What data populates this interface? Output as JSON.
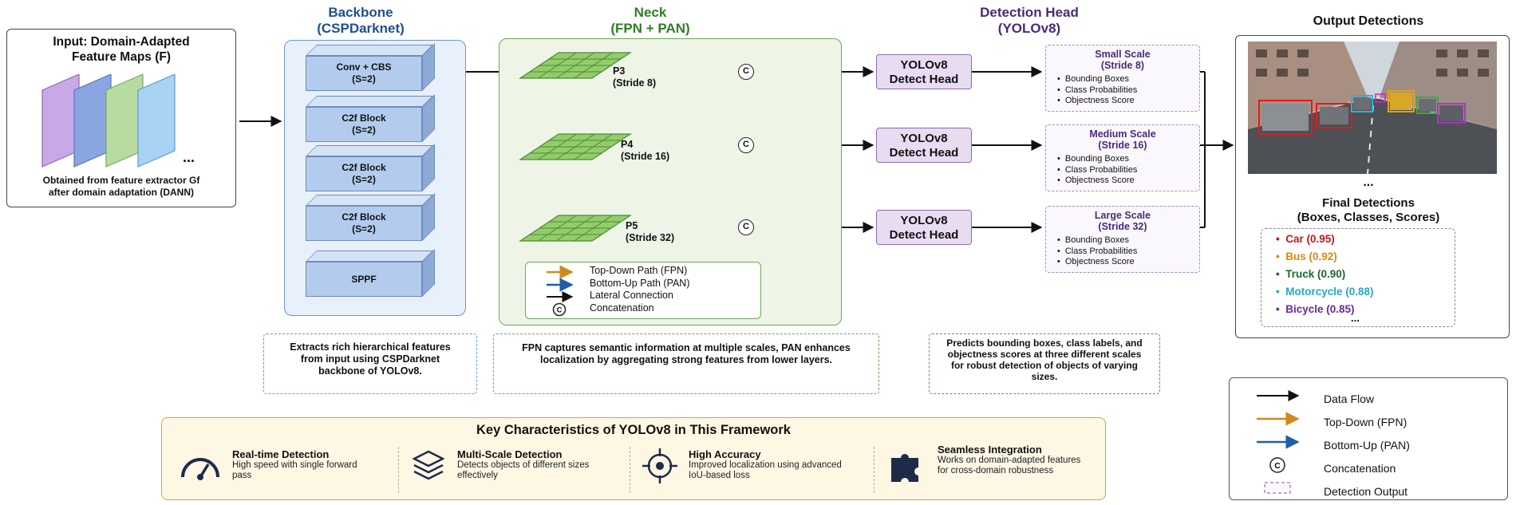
{
  "input": {
    "title_line1": "Input: Domain-Adapted",
    "title_line2": "Feature Maps (F)",
    "ellipsis": "...",
    "caption_line1": "Obtained from feature extractor Gf",
    "caption_line2": "after domain adaptation (DANN)"
  },
  "backbone": {
    "title_line1": "Backbone",
    "title_line2": "(CSPDarknet)",
    "blocks": [
      {
        "label": "Conv + CBS",
        "sub": "(S=2)"
      },
      {
        "label": "C2f Block",
        "sub": "(S=2)"
      },
      {
        "label": "C2f Block",
        "sub": "(S=2)"
      },
      {
        "label": "C2f Block",
        "sub": "(S=2)"
      },
      {
        "label": "SPPF",
        "sub": ""
      }
    ],
    "description": "Extracts rich hierarchical features from input using CSPDarknet backbone of YOLOv8."
  },
  "neck": {
    "title_line1": "Neck",
    "title_line2": "(FPN + PAN)",
    "levels": [
      {
        "name": "P3",
        "stride": "(Stride 8)"
      },
      {
        "name": "P4",
        "stride": "(Stride 16)"
      },
      {
        "name": "P5",
        "stride": "(Stride 32)"
      }
    ],
    "concat_symbol": "C",
    "legend": [
      {
        "label": "Top-Down Path (FPN)",
        "color": "#d08a1a"
      },
      {
        "label": "Bottom-Up Path (PAN)",
        "color": "#1f5fa8"
      },
      {
        "label": "Lateral Connection",
        "color": "#111111"
      },
      {
        "label": "Concatenation",
        "color": "#111111"
      }
    ],
    "description": "FPN captures semantic information at multiple scales, PAN enhances localization by aggregating strong features from lower layers."
  },
  "head": {
    "title_line1": "Detection Head",
    "title_line2": "(YOLOv8)",
    "box_line1": "YOLOv8",
    "box_line2": "Detect Head",
    "scales": [
      {
        "title": "Small Scale",
        "stride": "(Stride 8)"
      },
      {
        "title": "Medium Scale",
        "stride": "(Stride 16)"
      },
      {
        "title": "Large Scale",
        "stride": "(Stride 32)"
      }
    ],
    "scale_items": [
      "Bounding Boxes",
      "Class Probabilities",
      "Objectness Score"
    ],
    "description": "Predicts bounding boxes, class labels, and objectness scores at three different scales for robust detection of objects of varying sizes."
  },
  "output": {
    "title": "Output Detections",
    "ellipsis": "...",
    "final_line1": "Final Detections",
    "final_line2": "(Boxes, Classes, Scores)",
    "detections": [
      {
        "label": "Car (0.95)",
        "color": "#c0181b"
      },
      {
        "label": "Bus (0.92)",
        "color": "#d98a10"
      },
      {
        "label": "Truck (0.90)",
        "color": "#1d6a2a"
      },
      {
        "label": "Motorcycle (0.88)",
        "color": "#27a7c9"
      },
      {
        "label": "Bicycle (0.85)",
        "color": "#6a2a9a"
      }
    ],
    "list_ellipsis": "..."
  },
  "characteristics": {
    "title": "Key Characteristics of YOLOv8 in This Framework",
    "items": [
      {
        "icon": "speedometer-icon",
        "title": "Real-time Detection",
        "desc": "High speed with single forward pass"
      },
      {
        "icon": "layers-icon",
        "title": "Multi-Scale Detection",
        "desc": "Detects objects of different sizes effectively"
      },
      {
        "icon": "target-icon",
        "title": "High Accuracy",
        "desc": "Improved localization using advanced IoU-based loss"
      },
      {
        "icon": "puzzle-icon",
        "title": "Seamless Integration",
        "desc": "Works on domain-adapted features for cross-domain robustness"
      }
    ]
  },
  "legend": {
    "items": [
      {
        "label": "Data Flow",
        "color": "#111111"
      },
      {
        "label": "Top-Down (FPN)",
        "color": "#d08a1a"
      },
      {
        "label": "Bottom-Up (PAN)",
        "color": "#1f5fa8"
      },
      {
        "label": "Concatenation",
        "color": "#111111"
      },
      {
        "label": "Detection Output",
        "color": "#a38bc8"
      }
    ],
    "concat_symbol": "C"
  }
}
